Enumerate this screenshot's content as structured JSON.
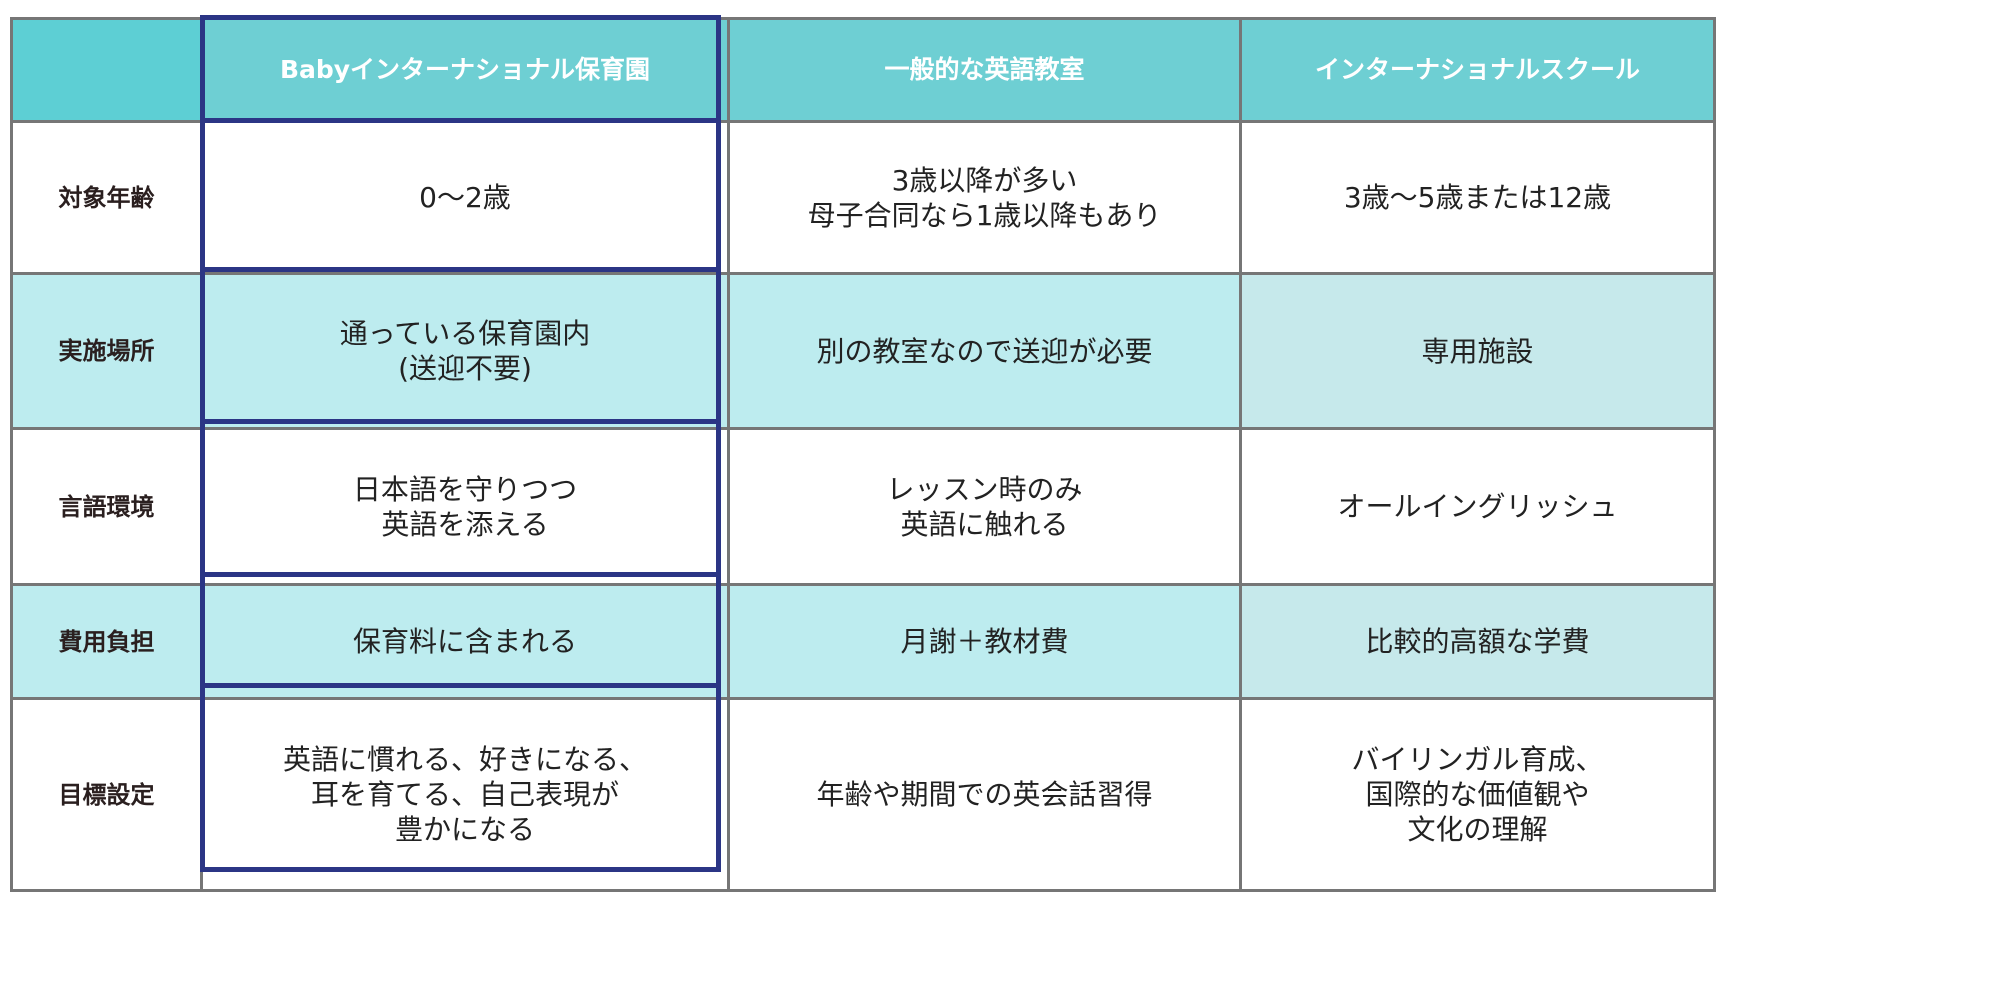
{
  "header": {
    "corner": "",
    "columns": [
      "Babyインターナショナル保育園",
      "一般的な英語教室",
      "インターナショナルスクール"
    ]
  },
  "rows": [
    {
      "label": "対象年齢",
      "cells": [
        [
          "0〜2歳"
        ],
        [
          "3歳以降が多い",
          "母子合同なら1歳以降もあり"
        ],
        [
          "3歳〜5歳または12歳"
        ]
      ]
    },
    {
      "label": "実施場所",
      "cells": [
        [
          "通っている保育園内",
          "(送迎不要)"
        ],
        [
          "別の教室なので送迎が必要"
        ],
        [
          "専用施設"
        ]
      ]
    },
    {
      "label": "言語環境",
      "cells": [
        [
          "日本語を守りつつ",
          "英語を添える"
        ],
        [
          "レッスン時のみ",
          "英語に触れる"
        ],
        [
          "オールイングリッシュ"
        ]
      ]
    },
    {
      "label": "費用負担",
      "cells": [
        [
          "保育料に含まれる"
        ],
        [
          "月謝＋教材費"
        ],
        [
          "比較的高額な学費"
        ]
      ]
    },
    {
      "label": "目標設定",
      "cells": [
        [
          "英語に慣れる、好きになる、",
          "耳を育てる、自己表現が",
          "豊かになる"
        ],
        [
          "年齢や期間での英会話習得"
        ],
        [
          "バイリンガル育成、",
          "国際的な価値観や",
          "文化の理解"
        ]
      ]
    }
  ],
  "colors": {
    "header": "#6ecfd3",
    "alt_row": "#bdecef",
    "highlight_border": "#2b3585",
    "grid": "#767676"
  }
}
